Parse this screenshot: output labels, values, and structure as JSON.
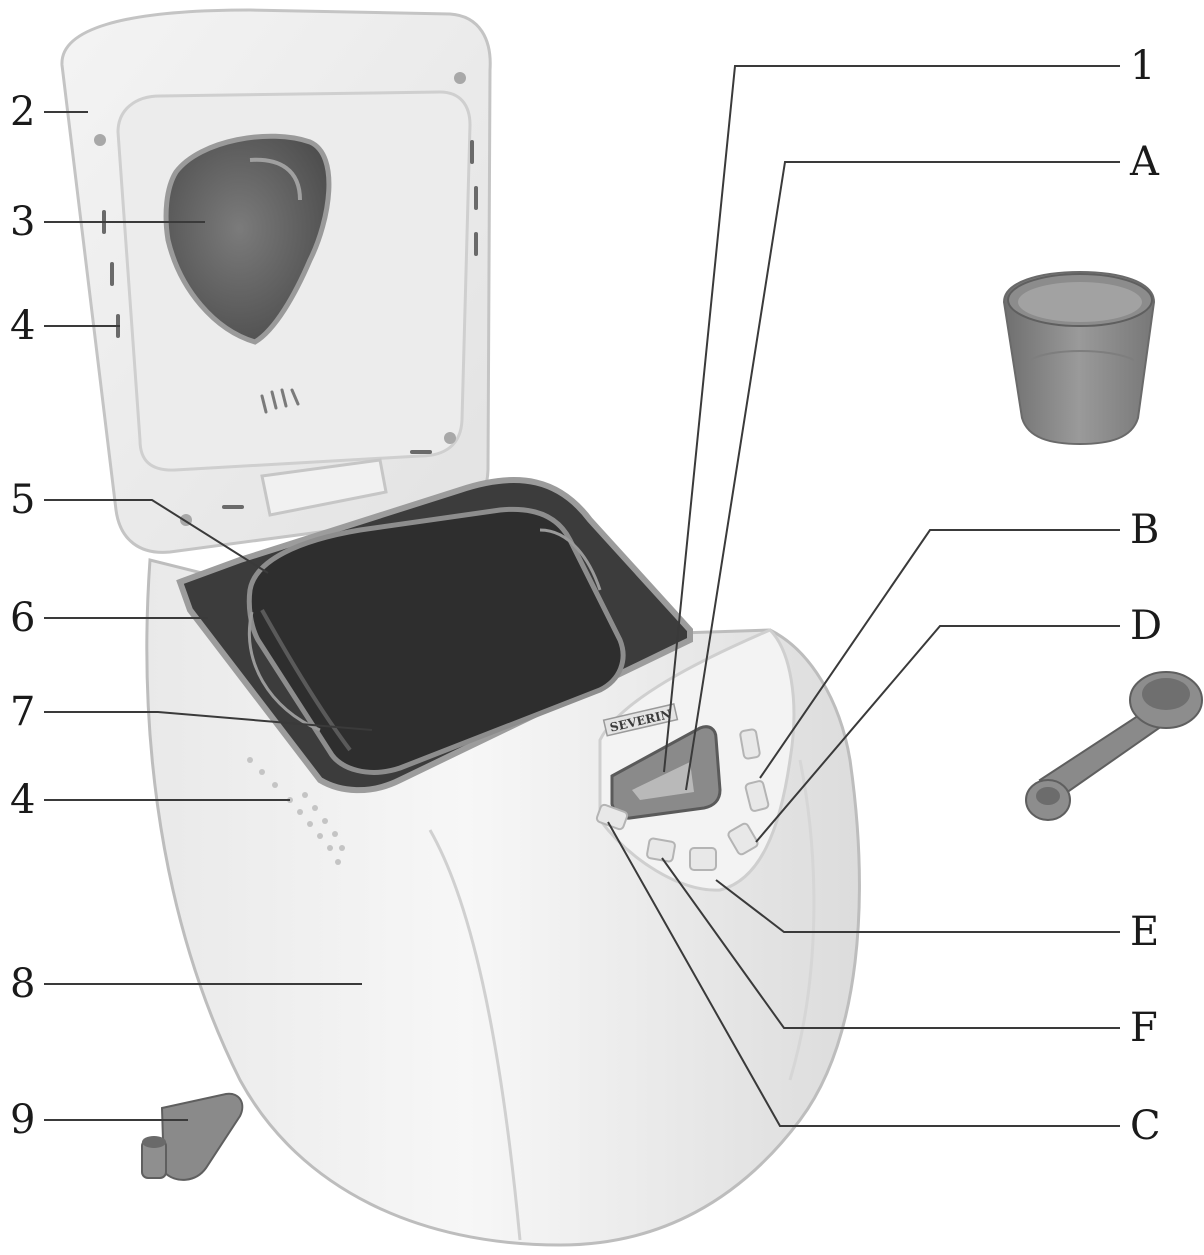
{
  "figure": {
    "brand_text": "SEVERIN",
    "left_labels": [
      "2",
      "3",
      "4",
      "5",
      "6",
      "7",
      "4",
      "8",
      "9"
    ],
    "right_labels": [
      "1",
      "A",
      "B",
      "D",
      "E",
      "F",
      "C"
    ]
  }
}
